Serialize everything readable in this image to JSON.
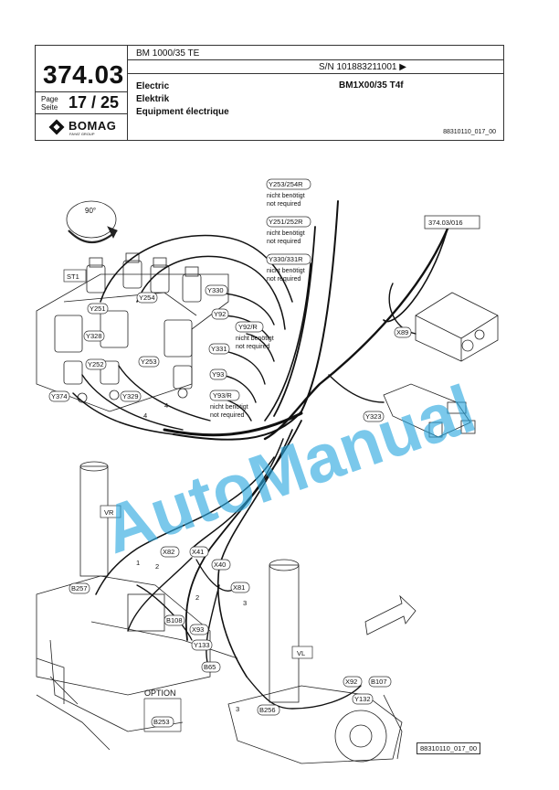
{
  "header": {
    "page_number": "374.03",
    "page_label_de": "Page",
    "page_label_fr": "Seite",
    "page_value": "17 / 25",
    "model": "BM 1000/35 TE",
    "serial": "S/N 101883211001 ▶",
    "category_en": "Electric",
    "category_de": "Elektrik",
    "category_fr": "Equipment électrique",
    "variant": "BM1X00/35 T4f",
    "doc_ref": "88310110_017_00",
    "brand": "BOMAG",
    "brand_sub": "FAYAT GROUP"
  },
  "diagram": {
    "rotation_label": "90°",
    "ref_link": "374.03/016",
    "notes": {
      "y253_254r": "Y253/254R",
      "y251_252r": "Y251/252R",
      "y330_331r": "Y330/331R",
      "y92r": "Y92/R",
      "y93r": "Y93/R",
      "nicht": "nicht benötigt",
      "notreq": "not required"
    },
    "callouts": {
      "st1": "ST1",
      "y251": "Y251",
      "y254": "Y254",
      "y330": "Y330",
      "y92": "Y92",
      "y328": "Y328",
      "y331": "Y331",
      "y252": "Y252",
      "y253": "Y253",
      "y93": "Y93",
      "y374": "Y374",
      "y329": "Y329",
      "x89": "X89",
      "y323": "Y323",
      "vr": "VR",
      "x82": "X82",
      "x41": "X41",
      "x40": "X40",
      "x81": "X81",
      "b257": "B257",
      "b108": "B108",
      "x93": "X93",
      "y133": "Y133",
      "b65": "B65",
      "vl": "VL",
      "x92": "X92",
      "b107": "B107",
      "y132": "Y132",
      "b256": "B256",
      "option": "OPTION",
      "b253": "B253"
    },
    "wire_numbers": {
      "n1": "1",
      "n2a": "2",
      "n2b": "2",
      "n3a": "3",
      "n3b": "3",
      "n4a": "4",
      "n4b": "4"
    },
    "footer_ref": "88310110_017_00",
    "watermark": "AutoManual"
  }
}
